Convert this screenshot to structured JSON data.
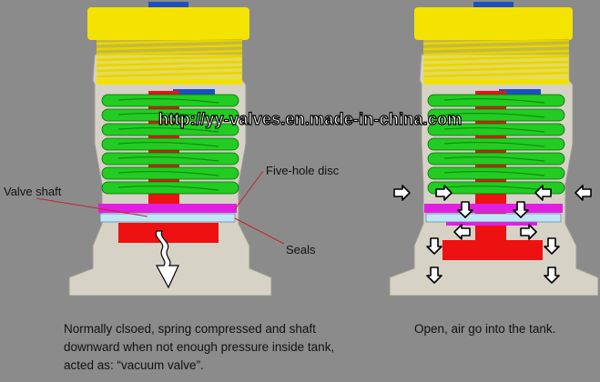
{
  "labels": {
    "five_hole_disc": "Five-hole disc",
    "valve_shaft": "Valve shaft",
    "seals": "Seals"
  },
  "watermark": "http://yy-valves.en.made-in-china.com",
  "captions": {
    "closed": [
      "Normally clsoed, spring compressed and shaft",
      "downward when not enough pressure inside tank,",
      "acted as: “vacuum valve”."
    ],
    "open": "Open, air go into the tank."
  },
  "colors": {
    "background": "#8b8b8b",
    "body": "#d7d2c6",
    "cap": "#f4e200",
    "knob": "#1b4fc4",
    "spring": "#22cc22",
    "shaft": "#ee1111",
    "disc": "#e020e0",
    "seal": "#bfe6f5",
    "leader": "#c0242c",
    "arrow_fill": "#ffffff",
    "arrow_stroke": "#000000"
  }
}
